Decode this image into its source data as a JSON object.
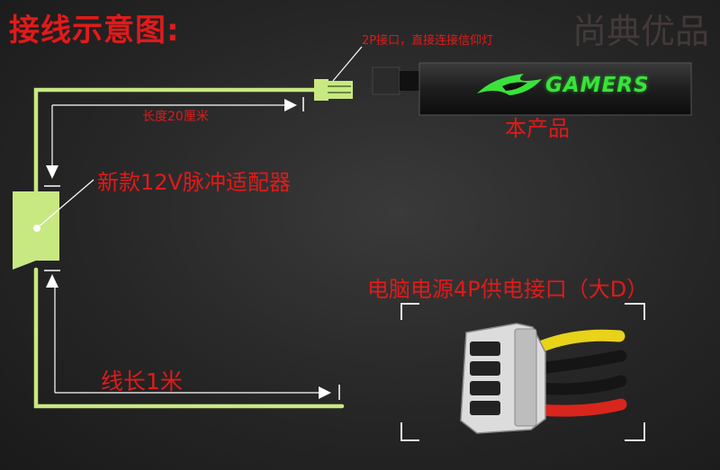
{
  "diagram": {
    "title": "接线示意图:",
    "watermark": "尚典优品",
    "labels": {
      "connector_2p": "2P接口，直接连接信仰灯",
      "length": "长度20厘米",
      "adapter": "新款12V脉冲适配器",
      "product": "本产品",
      "psu": "电脑电源4P供电接口（大D）",
      "wire_length": "线长1米"
    },
    "product_logo": "GAMERS",
    "colors": {
      "label_red": "#e11a1a",
      "wire_green": "#c8e882",
      "logo_green": "#39e33a",
      "psu_wire_yellow": "#e8d21a",
      "psu_wire_black": "#111111",
      "psu_wire_red": "#d8261c"
    }
  }
}
